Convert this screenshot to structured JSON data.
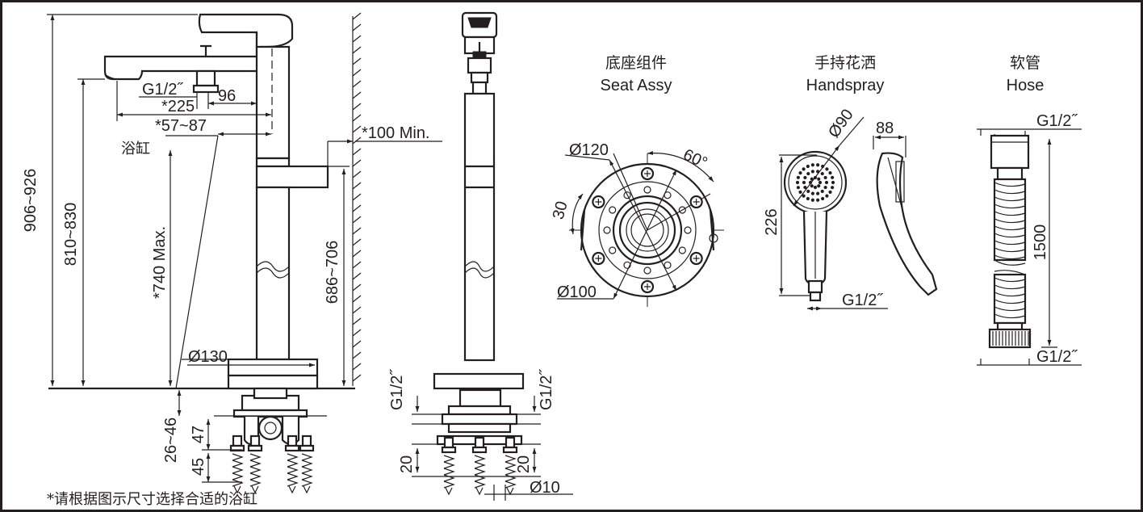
{
  "title_cn": {
    "seat": "底座组件",
    "handspray": "手持花洒",
    "hose": "软管"
  },
  "title_en": {
    "seat": "Seat Assy",
    "handspray": "Handspray",
    "hose": "Hose"
  },
  "labels": {
    "bathtub": "浴缸",
    "note": "*请根据图示尺寸选择合适的浴缸"
  },
  "dimensions": {
    "left": {
      "total_height": "906~926",
      "spout_height": "810~830",
      "max_rim": "*740 Max.",
      "body_height": "686~706",
      "inlet": "G1/2˝",
      "d225": "*225",
      "d96": "96",
      "d57": "*57~87",
      "d100": "*100 Min.",
      "d130": "Ø130",
      "d26": "26~46",
      "d47": "47",
      "d45": "45"
    },
    "side": {
      "g_left": "G1/2˝",
      "g_right": "G1/2˝",
      "d20_left": "20",
      "d20_right": "20",
      "d10": "Ø10"
    },
    "seat": {
      "d120": "Ø120",
      "d100": "Ø100",
      "a60": "60°",
      "a30": "30"
    },
    "handspray": {
      "d90": "Ø90",
      "d88": "88",
      "h226": "226",
      "g": "G1/2˝"
    },
    "hose": {
      "g_top": "G1/2˝",
      "g_bottom": "G1/2˝",
      "length": "1500"
    }
  }
}
